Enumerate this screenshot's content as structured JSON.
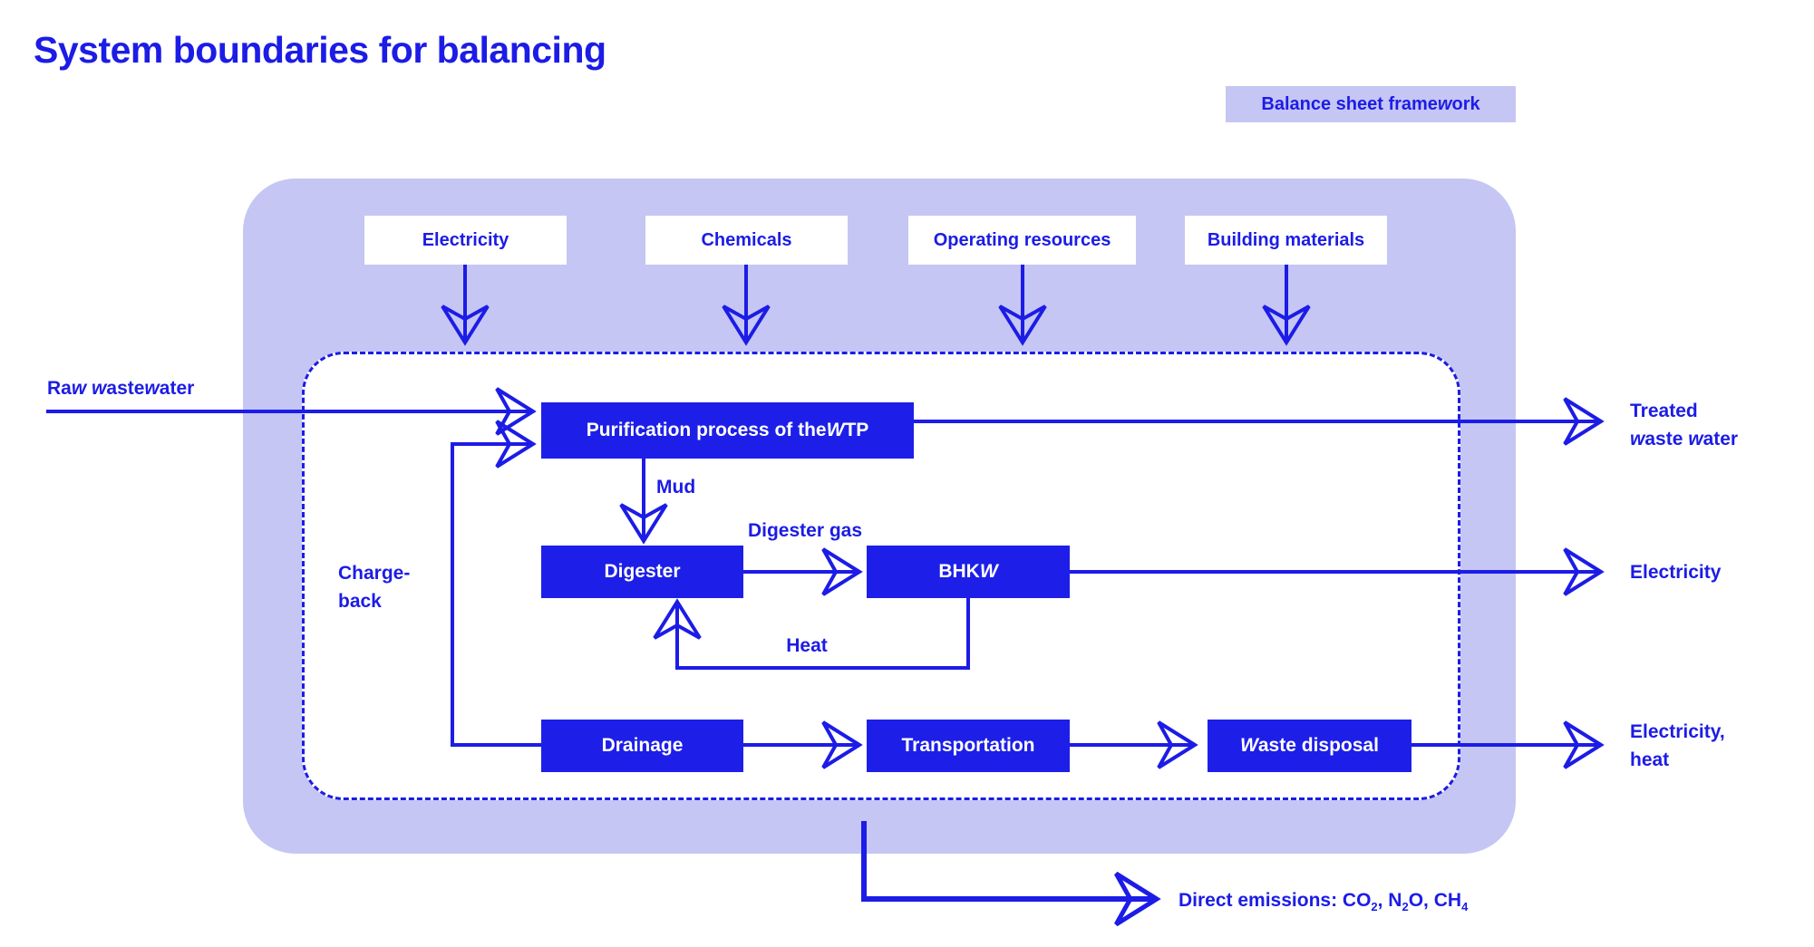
{
  "title": "System boundaries for balancing",
  "badge": "Balance sheet framework",
  "colors": {
    "accent": "#1c1ce6",
    "box_fill": "#1d1fe8",
    "panel": "#c5c6f4",
    "box_text": "#ffffff"
  },
  "inputs": [
    "Electricity",
    "Chemicals",
    "Operating resources",
    "Building materials"
  ],
  "boxes": {
    "purification": "Purification process of the WTP",
    "digester": "Digester",
    "bhkw": "BHKW",
    "drainage": "Drainage",
    "transportation": "Transportation",
    "waste_disposal": "Waste disposal"
  },
  "flow_labels": {
    "raw_wastewater": "Raw wastewater",
    "mud": "Mud",
    "digester_gas": "Digester gas",
    "heat": "Heat",
    "chargeback": "Charge-\nback"
  },
  "outputs": {
    "treated": "Treated\nwaste water",
    "electricity": "Electricity",
    "electricity_heat": "Electricity,\nheat"
  },
  "emissions_segments": [
    {
      "t": "Direct emissions: CO"
    },
    {
      "t": "2",
      "sub": true
    },
    {
      "t": ", N"
    },
    {
      "t": "2",
      "sub": true
    },
    {
      "t": "O, CH"
    },
    {
      "t": "4",
      "sub": true
    }
  ]
}
